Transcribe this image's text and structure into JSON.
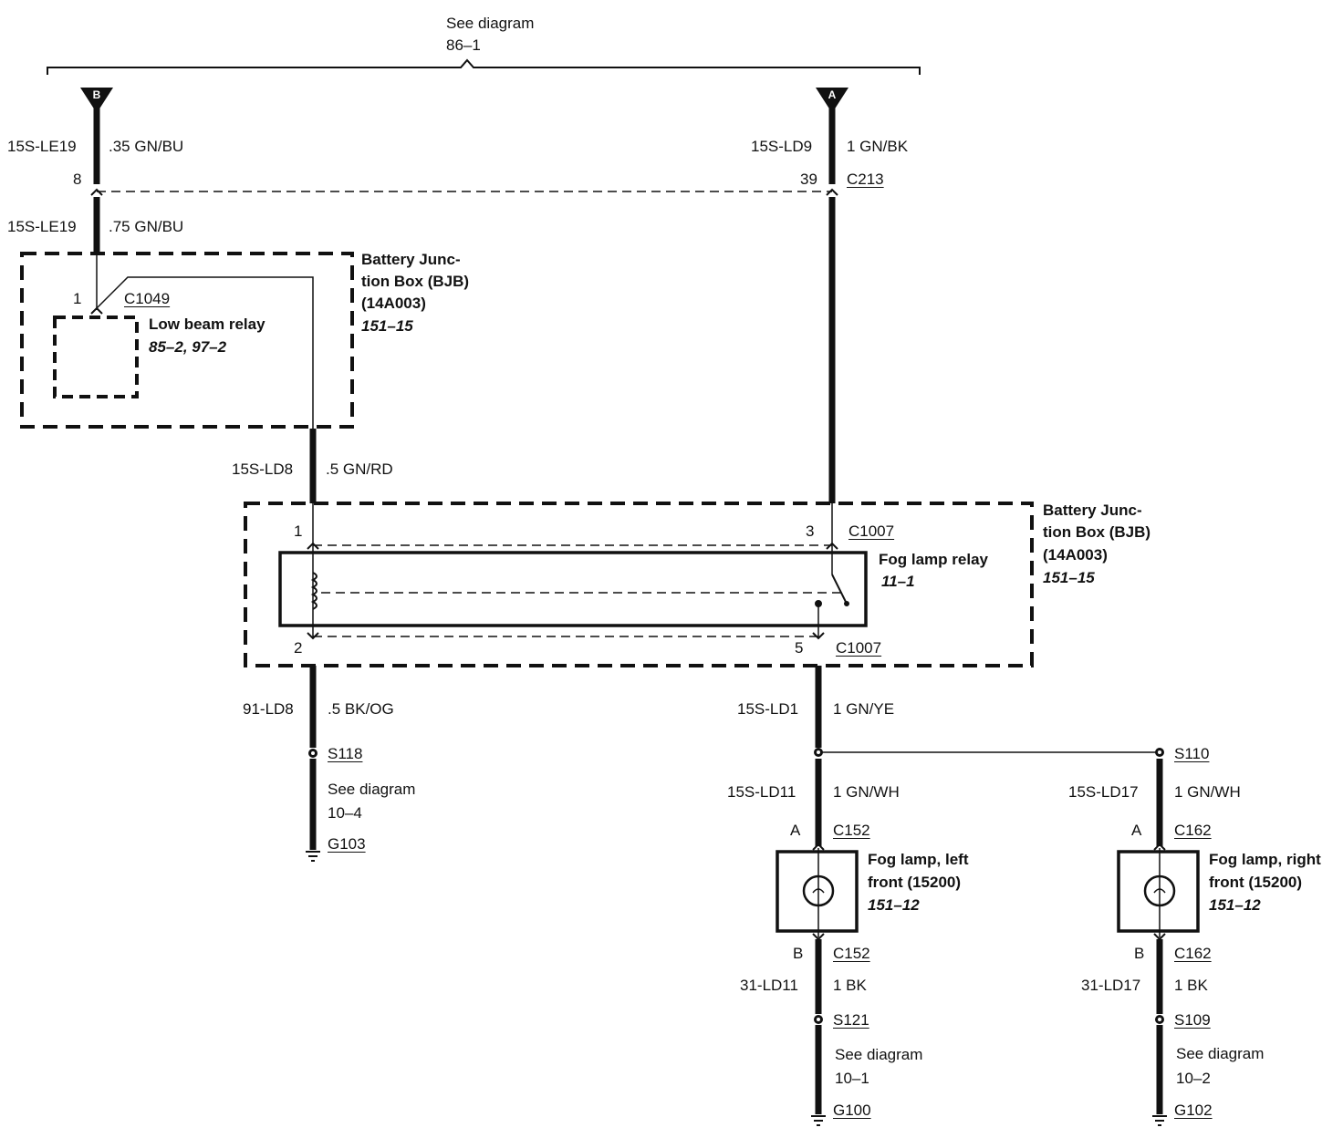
{
  "header": {
    "line1": "See diagram",
    "line2": "86–1"
  },
  "tags": {
    "b": "B",
    "a": "A"
  },
  "left_top": {
    "circuit1": "15S-LE19",
    "wire1": ".35 GN/BU",
    "pin8": "8",
    "circuit2": "15S-LE19",
    "wire2": ".75 GN/BU"
  },
  "right_top": {
    "circuit": "15S-LD9",
    "wire": "1 GN/BK",
    "pin39": "39",
    "connector": "C213"
  },
  "bjb_top": {
    "l1": "Battery Junc-",
    "l2": "tion Box (BJB)",
    "l3": "(14A003)",
    "l4": "151–15",
    "pin1": "1",
    "connector": "C1049",
    "relay": "Low beam relay",
    "relay_ref": "85–2, 97–2"
  },
  "mid_left": {
    "circuit": "15S-LD8",
    "wire": ".5 GN/RD"
  },
  "bjb_fog": {
    "l1": "Battery Junc-",
    "l2": "tion Box (BJB)",
    "l3": "(14A003)",
    "l4": "151–15",
    "pin1": "1",
    "pin3": "3",
    "conn_top": "C1007",
    "relay": "Fog lamp relay",
    "relay_ref": "11–1",
    "pin2": "2",
    "pin5": "5",
    "conn_bot": "C1007"
  },
  "ground_left": {
    "circuit": "91-LD8",
    "wire": ".5 BK/OG",
    "splice": "S118",
    "see1": "See diagram",
    "see2": "10–4",
    "ground": "G103"
  },
  "fog_feed": {
    "circuit": "15S-LD1",
    "wire": "1 GN/YE",
    "splice": "S110"
  },
  "left_fog": {
    "circuit_in": "15S-LD11",
    "wire_in": "1 GN/WH",
    "pinA": "A",
    "conn_in": "C152",
    "lamp1": "Fog lamp, left",
    "lamp2": "front (15200)",
    "lamp_ref": "151–12",
    "pinB": "B",
    "conn_out": "C152",
    "circuit_out": "31-LD11",
    "wire_out": "1 BK",
    "splice": "S121",
    "see1": "See diagram",
    "see2": "10–1",
    "ground": "G100"
  },
  "right_fog": {
    "circuit_in": "15S-LD17",
    "wire_in": "1 GN/WH",
    "pinA": "A",
    "conn_in": "C162",
    "lamp1": "Fog lamp, right",
    "lamp2": "front (15200)",
    "lamp_ref": "151–12",
    "pinB": "B",
    "conn_out": "C162",
    "circuit_out": "31-LD17",
    "wire_out": "1 BK",
    "splice": "S109",
    "see1": "See diagram",
    "see2": "10–2",
    "ground": "G102"
  }
}
